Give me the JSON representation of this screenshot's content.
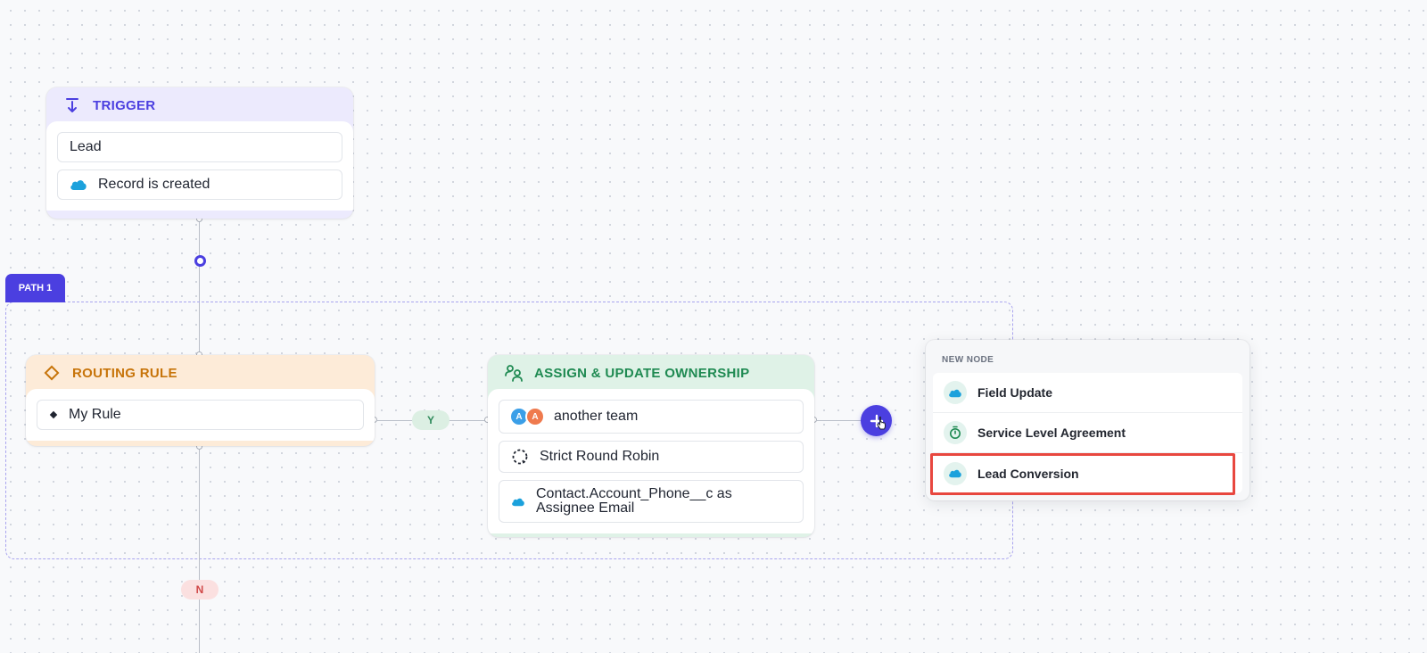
{
  "trigger": {
    "title": "TRIGGER",
    "object": "Lead",
    "event": "Record is created"
  },
  "path": {
    "label": "PATH 1"
  },
  "routing_rule": {
    "title": "ROUTING RULE",
    "rule": "My Rule"
  },
  "branches": {
    "yes": "Y",
    "no": "N"
  },
  "assign": {
    "title": "ASSIGN & UPDATE OWNERSHIP",
    "team": "another team",
    "avatars": [
      "A",
      "A"
    ],
    "method": "Strict Round Robin",
    "assignee_line1": "Contact.Account_Phone__c as",
    "assignee_line2": "Assignee Email"
  },
  "new_node_menu": {
    "header": "NEW NODE",
    "items": [
      "Field Update",
      "Service Level Agreement",
      "Lead Conversion"
    ],
    "highlighted": "Lead Conversion"
  },
  "colors": {
    "brand": "#4b3fe0",
    "trigger_bg": "#eceafd",
    "routing_bg": "#fdebd8",
    "assign_bg": "#dff2e7",
    "salesforce": "#1ba1dc",
    "highlight": "#e8473f"
  },
  "icons": {
    "trigger": "download-arrow-icon",
    "routing": "diamond-icon",
    "assign": "users-icon",
    "object": "salesforce-cloud-icon",
    "round_robin": "spinner-icon",
    "sla": "stopwatch-icon",
    "add": "plus-icon"
  }
}
